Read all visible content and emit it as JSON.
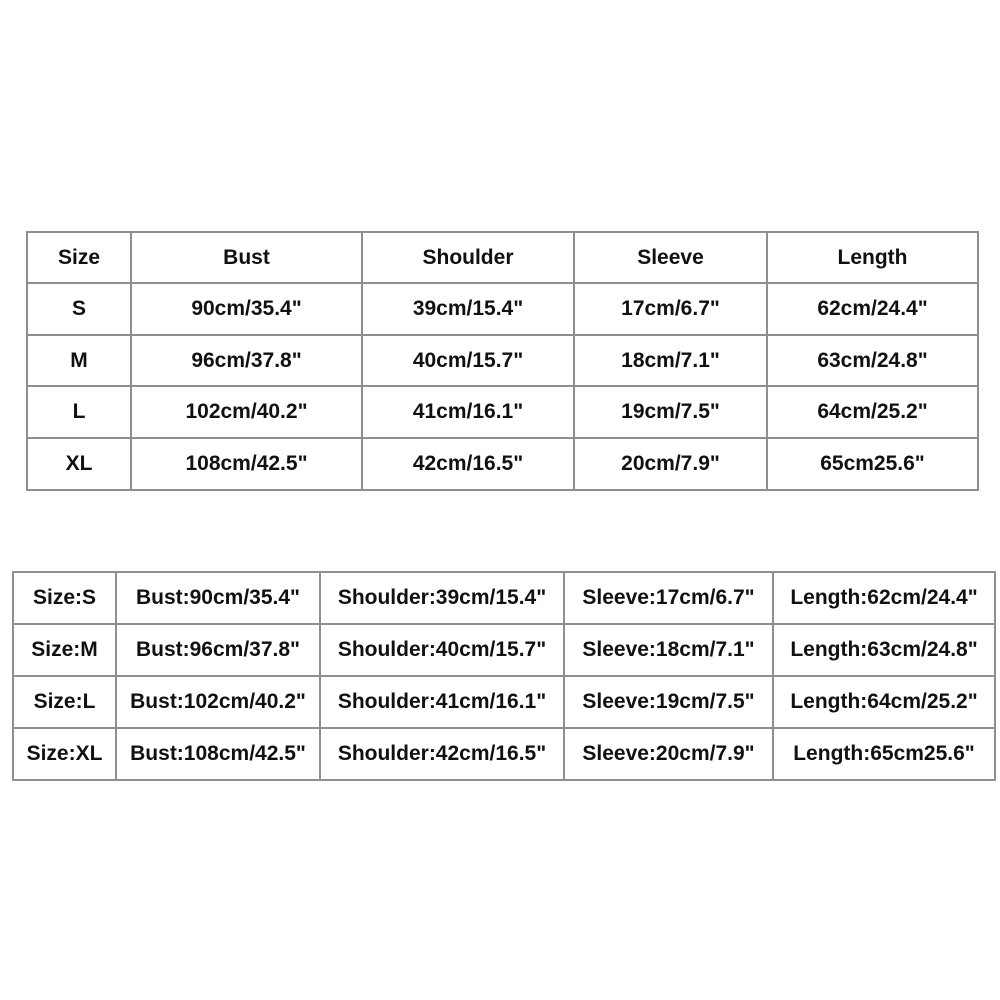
{
  "top_table": {
    "headers": [
      "Size",
      "Bust",
      "Shoulder",
      "Sleeve",
      "Length"
    ],
    "rows": [
      [
        "S",
        "90cm/35.4\"",
        "39cm/15.4\"",
        "17cm/6.7\"",
        "62cm/24.4\""
      ],
      [
        "M",
        "96cm/37.8\"",
        "40cm/15.7\"",
        "18cm/7.1\"",
        "63cm/24.8\""
      ],
      [
        "L",
        "102cm/40.2\"",
        "41cm/16.1\"",
        "19cm/7.5\"",
        "64cm/25.2\""
      ],
      [
        "XL",
        "108cm/42.5\"",
        "42cm/16.5\"",
        "20cm/7.9\"",
        "65cm25.6\""
      ]
    ]
  },
  "bottom_table": {
    "rows": [
      [
        "Size:S",
        "Bust:90cm/35.4\"",
        "Shoulder:39cm/15.4\"",
        "Sleeve:17cm/6.7\"",
        "Length:62cm/24.4\""
      ],
      [
        "Size:M",
        "Bust:96cm/37.8\"",
        "Shoulder:40cm/15.7\"",
        "Sleeve:18cm/7.1\"",
        "Length:63cm/24.8\""
      ],
      [
        "Size:L",
        "Bust:102cm/40.2\"",
        "Shoulder:41cm/16.1\"",
        "Sleeve:19cm/7.5\"",
        "Length:64cm/25.2\""
      ],
      [
        "Size:XL",
        "Bust:108cm/42.5\"",
        "Shoulder:42cm/16.5\"",
        "Sleeve:20cm/7.9\"",
        "Length:65cm25.6\""
      ]
    ]
  }
}
